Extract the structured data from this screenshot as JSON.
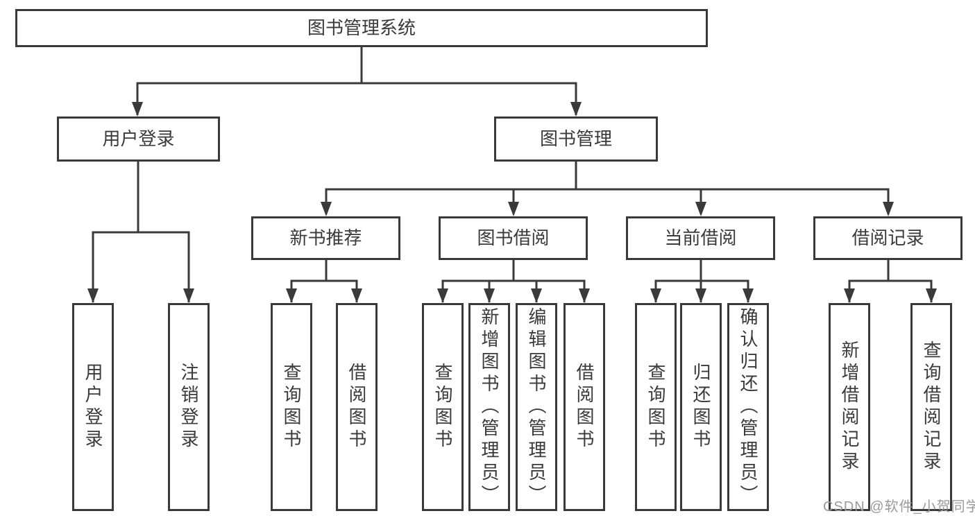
{
  "diagram": {
    "title": "图书管理系统",
    "root": {
      "label": "图书管理系统"
    },
    "level2": [
      {
        "label": "用户登录"
      },
      {
        "label": "图书管理"
      }
    ],
    "level3": [
      {
        "label": "新书推荐"
      },
      {
        "label": "图书借阅"
      },
      {
        "label": "当前借阅"
      },
      {
        "label": "借阅记录"
      }
    ],
    "leaves": {
      "user_login": [
        {
          "label": "用户登录"
        },
        {
          "label": "注销登录"
        }
      ],
      "new_book_recommend": [
        {
          "label": "查询图书"
        },
        {
          "label": "借阅图书"
        }
      ],
      "book_borrow": [
        {
          "label": "查询图书"
        },
        {
          "label": "新增图书（管理员）"
        },
        {
          "label": "编辑图书（管理员）"
        },
        {
          "label": "借阅图书"
        }
      ],
      "current_borrow": [
        {
          "label": "查询图书"
        },
        {
          "label": "归还图书"
        },
        {
          "label": "确认归还（管理员）"
        }
      ],
      "borrow_records": [
        {
          "label": "新增借阅记录"
        },
        {
          "label": "查询借阅记录"
        }
      ]
    }
  },
  "watermark": {
    "text": "CSDN @软件_小贺同学",
    "color": "#9b9b9b"
  },
  "colors": {
    "line": "#3a3a3a",
    "box_border": "#3a3a3a",
    "text": "#333333",
    "background": "#ffffff"
  }
}
